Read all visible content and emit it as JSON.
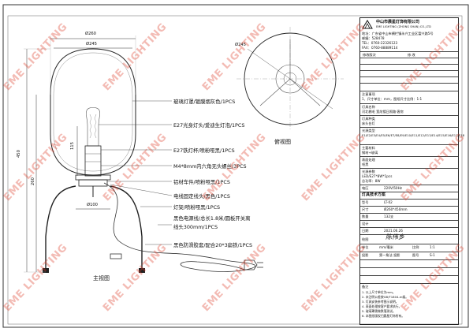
{
  "watermark": {
    "text": "EME LIGHTING",
    "color": "#e04030"
  },
  "dimensions": {
    "top_width_outer": "Ø260",
    "top_width_inner": "Ø245",
    "height_total": "450",
    "height_lamp": "260",
    "socket_height": "115",
    "base_diameter": "Ø100",
    "top_view_diameter": "Ø245"
  },
  "callouts": [
    "玻璃灯罩/镀膜烟灰色/1PCS",
    "E27光身灯头/爱迪生灯泡/1PCS",
    "E27铁灯杯/喷粉哑黑/1PCS",
    "M4*8mm内六角无头螺丝/3PCS",
    "铝材车件/喷粉哑黑/1PCS",
    "电线固定线头/黑色/1PCS",
    "灯架/喷粉哑黑/1PCS",
    "黑色电源线/总长1.8米/圆板开关离",
    "线头300mm/1PCS",
    "黑色防滑胶套/配合20*3扁铁/1PCS"
  ],
  "views": {
    "main": "主视图",
    "top": "俯视图"
  },
  "title_block": {
    "company_cn": "中山市晨星灯饰有限公司",
    "company_en": "EME LIGHTING (ZHONG SHAN) CO.,LTD",
    "address": "地址：广东省中山市横栏镇永兴工业区富兴路5号",
    "postcode": "邮编：528478",
    "tel": "TEL：0760-22326123",
    "fax": "FAX：0760-88889114",
    "revision_header": [
      "修改版次",
      "修  改"
    ],
    "note_header": "注意事项",
    "note": "1、尺寸单位：mm，图纸尺寸比例：1:1",
    "product_label": "灯具名称",
    "product_name": "河北棚毛 宽炫镀日照路·客房",
    "category_label": "灯具种类",
    "category": "床头台灯",
    "light_source_label": "光源类型",
    "light_source": "E1/E2/E3/E4/E5/E6/E7/E8/E9/E10/E11/E12/E13/E14/E15/E16/E17/E18",
    "material_label": "主要材料",
    "material": "钢材+玻璃",
    "surface_label": "表面处理",
    "surface": "哑黑",
    "power_label": "光源参数",
    "power": "LED/E27*8W*1pcs",
    "wattage": "总功率：8W",
    "voltage_label": "电压",
    "voltage": "220V/50Hz",
    "spec_label": "灯具技术方案",
    "model_label": "型号",
    "model": "LT-02",
    "size_label": "尺寸",
    "size": "Ø260*450mm",
    "qty_label": "数量",
    "qty": "132支",
    "designer_label": "设计",
    "date_label": "日期",
    "date": "2021.06.26",
    "drawn_label": "绘图",
    "drawn_by": "陈伟乡",
    "unit_label": "单位",
    "unit": "mm/毫米",
    "scale_label": "比例",
    "scale": "1:1",
    "proj_label": "投影",
    "proj": "第一角法 投影",
    "sheet_label": "图号",
    "sheet": "S-1",
    "remarks_header": "备注",
    "remarks": [
      "1. 以上尺寸单位为mm。",
      "2. 未注明公差按GB/T1804-m级。",
      "3. 灯具安装参考图示说明。",
      "4. 表面处理按客户要求执行。",
      "5. 玻璃罩需做跌落测试。",
      "6. 本图纸版权归晨星灯饰所有。"
    ]
  }
}
